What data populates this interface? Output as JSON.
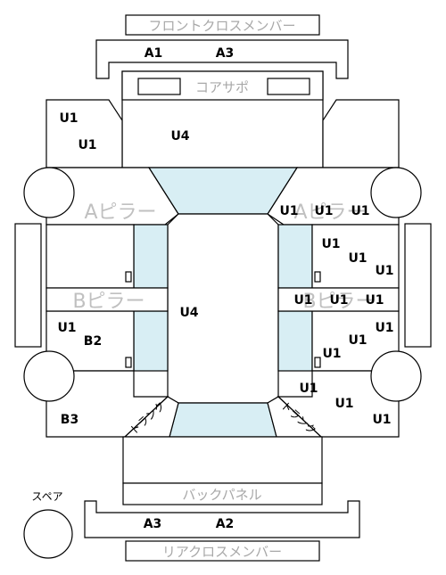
{
  "labels": {
    "front_cross_member": "フロントクロスメンバー",
    "core_support": "コアサポ",
    "a_pillar": "Aピラー",
    "b_pillar": "Bピラー",
    "back_panel": "バックパネル",
    "rear_cross_member": "リアクロスメンバー",
    "spare": "スペア",
    "trunk_left": "トランク",
    "trunk_right": "トランク"
  },
  "codes": {
    "front_member_a1": "A1",
    "front_member_a3": "A3",
    "front_left_1": "U1",
    "front_left_2": "U1",
    "hood": "U4",
    "a_pillar_right_1": "U1",
    "a_pillar_right_2": "U1",
    "a_pillar_right_3": "U1",
    "right_front_door_1": "U1",
    "right_front_door_2": "U1",
    "right_front_door_3": "U1",
    "b_pillar_right_1": "U1",
    "b_pillar_right_2": "U1",
    "b_pillar_right_3": "U1",
    "roof": "U4",
    "left_rear_door_1": "U1",
    "left_rear_door_2": "B2",
    "right_rear_door_1": "U1",
    "right_rear_door_2": "U1",
    "right_rear_door_3": "U1",
    "rear_right_1": "U1",
    "rear_right_2": "U1",
    "rear_right_3": "U1",
    "rear_left": "B3",
    "rear_member_a3": "A3",
    "rear_member_a2": "A2"
  }
}
